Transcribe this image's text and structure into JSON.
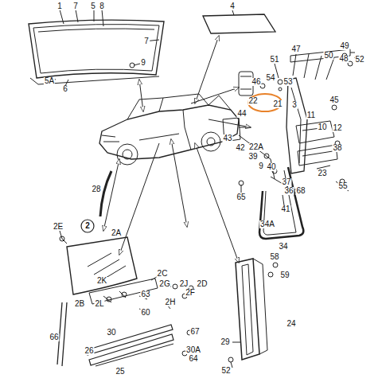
{
  "diagram": {
    "labels": [
      "1",
      "7",
      "5",
      "8",
      "7",
      "9",
      "5A",
      "6",
      "4",
      "49",
      "47",
      "50",
      "48",
      "51",
      "52",
      "46",
      "54",
      "53",
      "45",
      "22",
      "21",
      "3",
      "11",
      "10",
      "12",
      "44",
      "43",
      "42",
      "22A",
      "39",
      "38",
      "9",
      "40",
      "23",
      "37",
      "36",
      "68",
      "55",
      "65",
      "41",
      "34A",
      "34",
      "28",
      "2",
      "2E",
      "2A",
      "2K",
      "2C",
      "2G",
      "2J",
      "2D",
      "2F",
      "63",
      "2H",
      "2B",
      "2L",
      "60",
      "66",
      "30",
      "67",
      "26",
      "30A",
      "64",
      "25",
      "58",
      "59",
      "24",
      "29",
      "52"
    ]
  }
}
